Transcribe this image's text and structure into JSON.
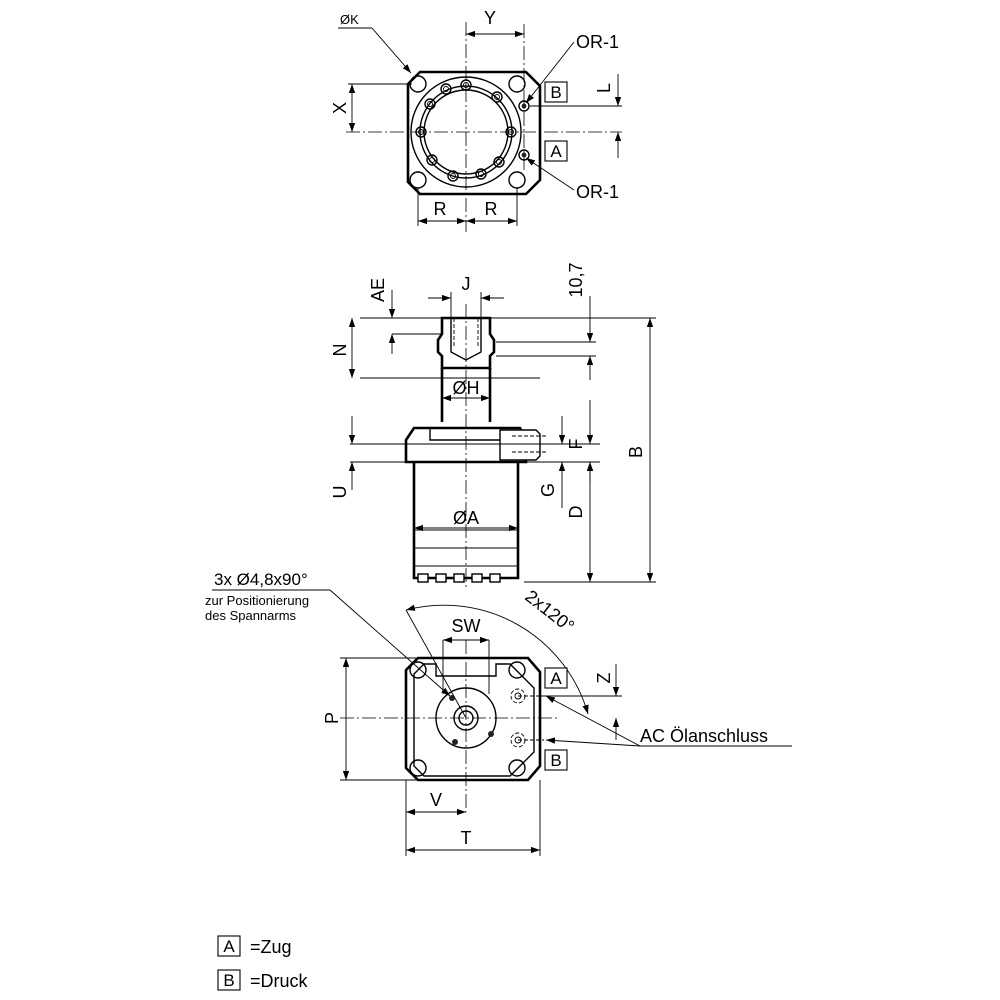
{
  "top_view": {
    "dia_k": "ØK",
    "y": "Y",
    "x": "X",
    "l": "L",
    "r_left": "R",
    "r_right": "R",
    "or_top": "OR-1",
    "or_bottom": "OR-1",
    "port_b": "B",
    "port_a": "A"
  },
  "side_view": {
    "ae": "AE",
    "j": "J",
    "dim_10_7": "10,7",
    "n": "N",
    "dia_h": "ØH",
    "f": "F",
    "b": "B",
    "u": "U",
    "g": "G",
    "d": "D",
    "dia_a": "ØA"
  },
  "bottom_view": {
    "holes_note": "3x Ø4,8x90°",
    "holes_sub_1": "zur Positionierung",
    "holes_sub_2": "des Spannarms",
    "angle": "2x120°",
    "sw": "SW",
    "z": "Z",
    "p": "P",
    "v": "V",
    "t": "T",
    "port_a": "A",
    "port_b": "B",
    "ac_connection": "AC Ölanschluss"
  },
  "legend": {
    "items": [
      {
        "key": "A",
        "text": "=Zug"
      },
      {
        "key": "B",
        "text": "=Druck"
      }
    ]
  }
}
